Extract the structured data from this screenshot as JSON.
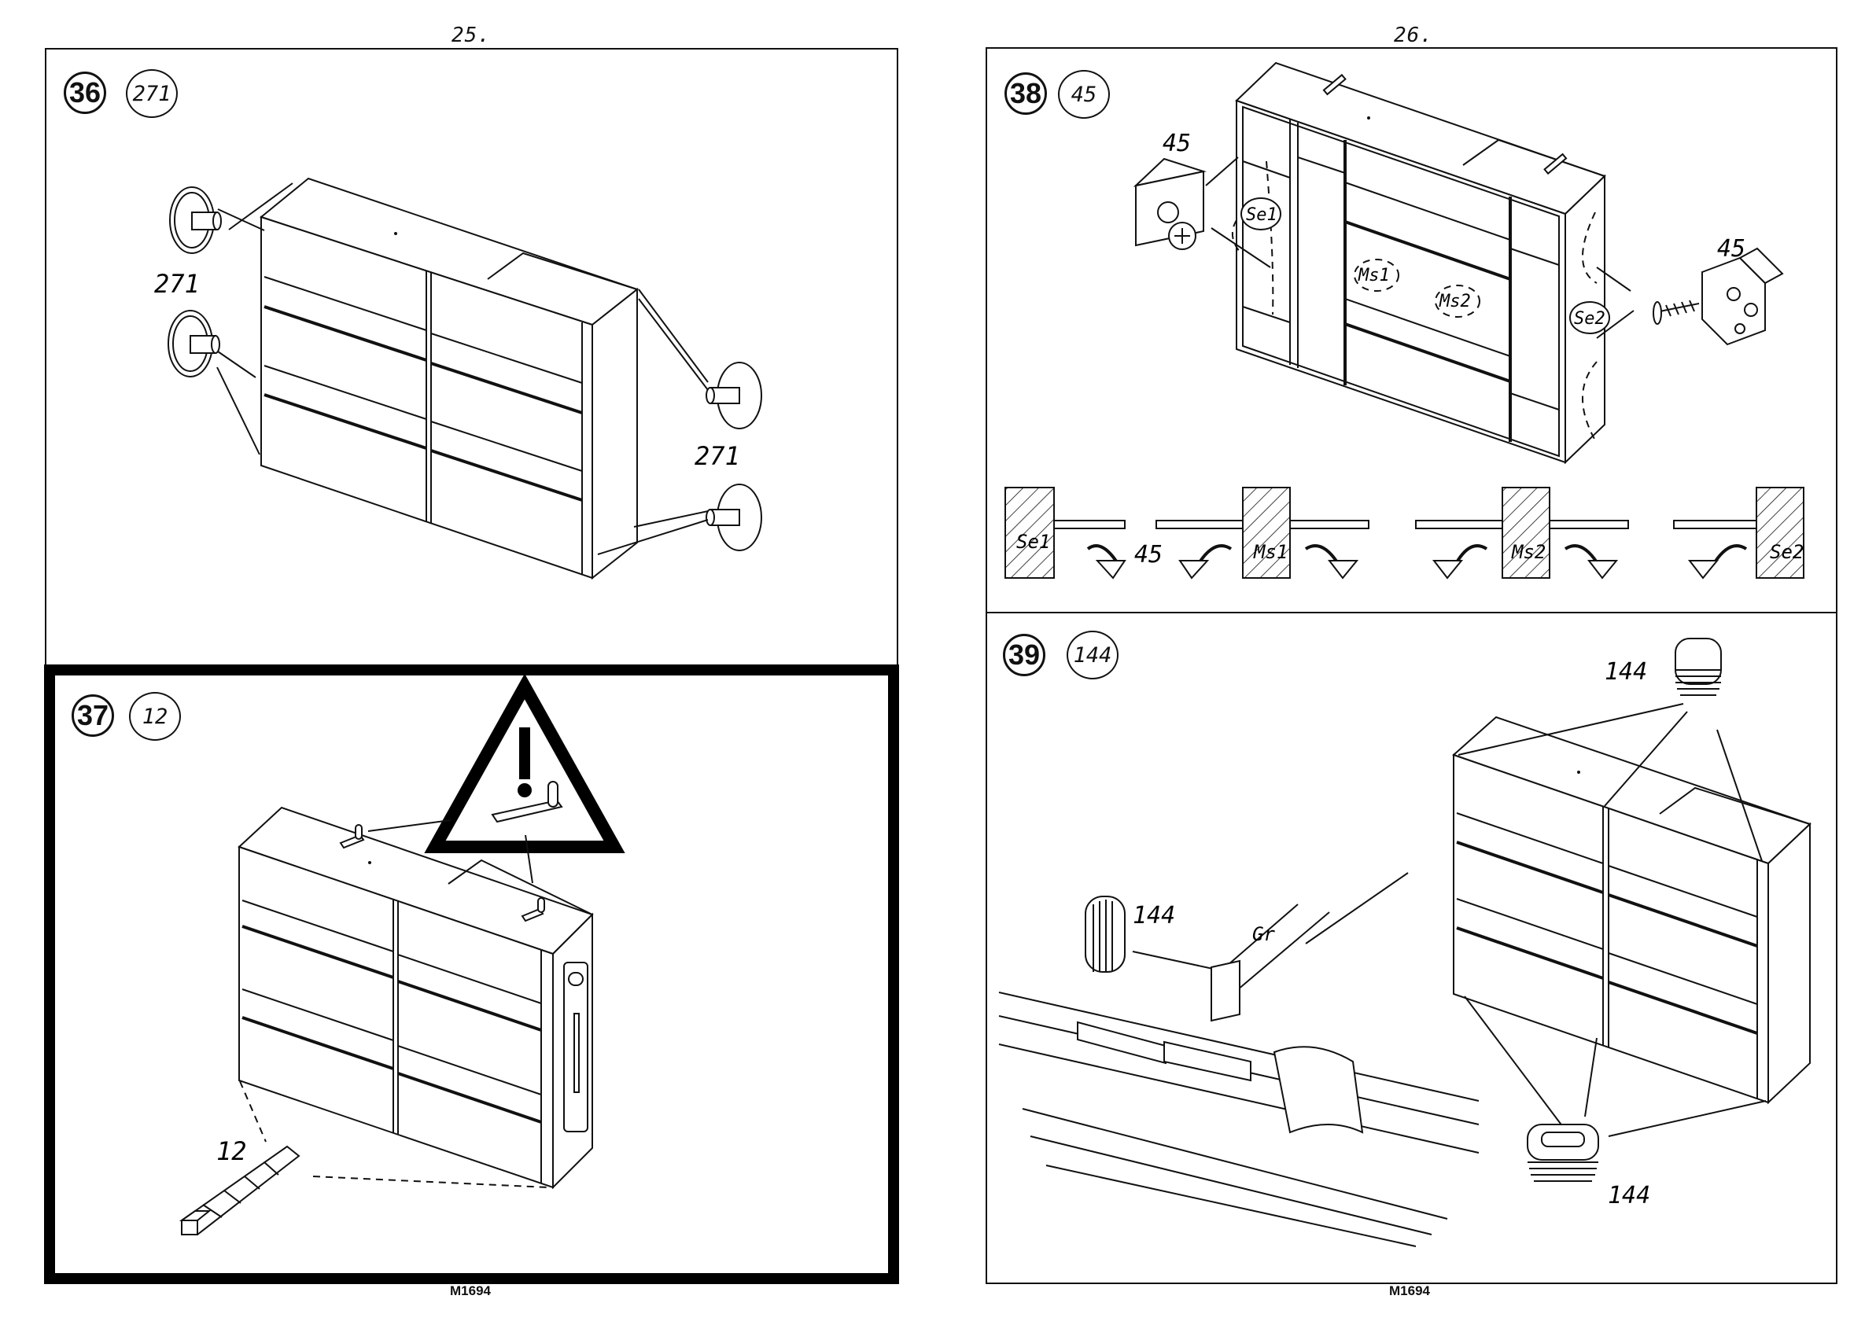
{
  "pages": {
    "left_number": "25.",
    "right_number": "26.",
    "footer_left": "M1694",
    "footer_right": "M1694"
  },
  "steps": [
    {
      "step": "36",
      "part": "271",
      "callouts": [
        "271",
        "271"
      ]
    },
    {
      "step": "37",
      "part": "12",
      "callouts": [
        "12"
      ]
    },
    {
      "step": "38",
      "part": "45",
      "callouts": [
        "45",
        "45",
        "45",
        "Se1",
        "Ms1",
        "Ms2",
        "Se2"
      ],
      "detail_labels": [
        "Se1",
        "Ms1",
        "Ms2",
        "Se2"
      ]
    },
    {
      "step": "39",
      "part": "144",
      "callouts": [
        "144",
        "144",
        "144",
        "Gr"
      ]
    }
  ],
  "icons": {
    "warning": "warning-triangle-icon"
  }
}
